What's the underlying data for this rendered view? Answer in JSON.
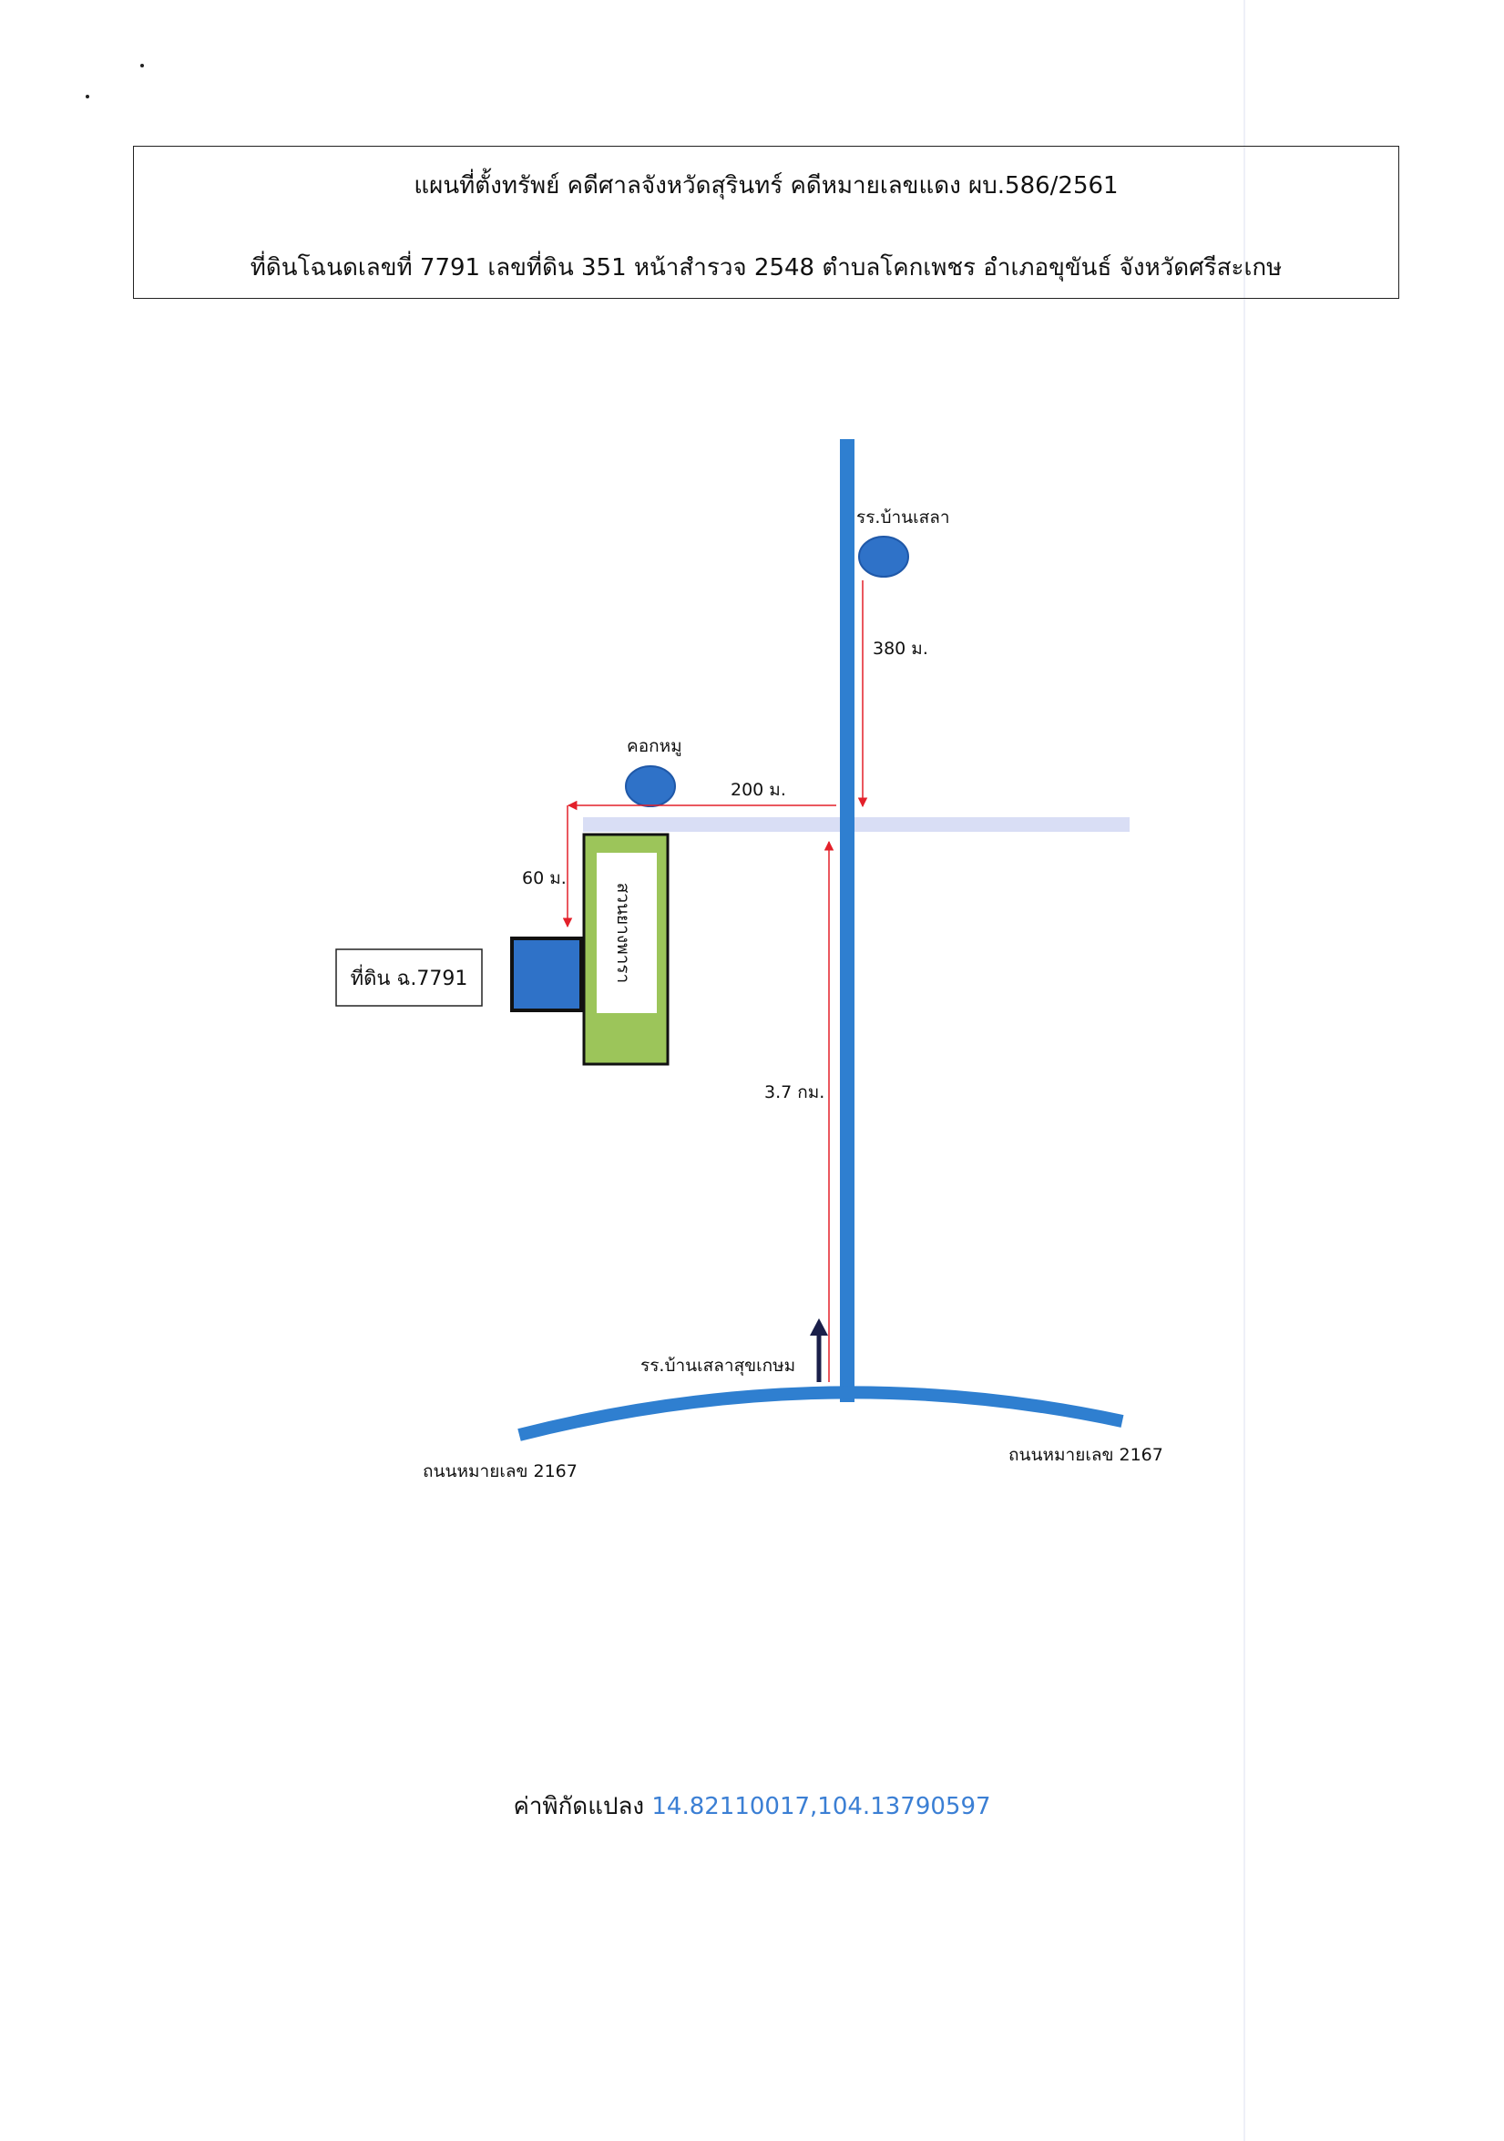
{
  "title": {
    "line1": "แผนที่ตั้งทรัพย์ คดีศาลจังหวัดสุรินทร์ คดีหมายเลขแดง ผบ.586/2561",
    "line2": "ที่ดินโฉนดเลขที่ 7791 เลขที่ดิน 351 หน้าสำรวจ 2548 ตำบลโคกเพชร อำเภอขุขันธ์ จังหวัดศรีสะเกษ"
  },
  "map": {
    "landmarks": {
      "school_north": "รร.บ้านเสลา",
      "kok_mu": "คอกหมู",
      "school_south": "รร.บ้านเสลาสุขเกษม",
      "garden": "สวนยางพารา",
      "plot": "ที่ดิน ฉ.7791"
    },
    "distances": {
      "d380": "380 ม.",
      "d200": "200 ม.",
      "d60": "60 ม.",
      "d37": "3.7 กม."
    },
    "roads": {
      "left": "ถนนหมายเลข 2167",
      "right": "ถนนหมายเลข 2167"
    },
    "colors": {
      "road": "#2f7fd0",
      "side_road": "#d9def5",
      "marker": "#2f72c8",
      "garden": "#9cc55a",
      "plot": "#2f72c8",
      "arrow": "#e3202a"
    }
  },
  "coordinates": {
    "label": "ค่าพิกัดแปลง",
    "value": "14.82110017,104.13790597"
  }
}
